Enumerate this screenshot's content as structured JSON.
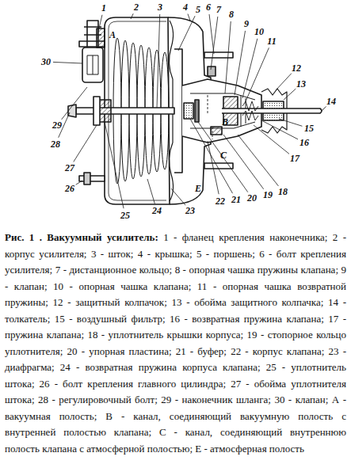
{
  "diagram": {
    "title": "Рис. 1 . Вакуумный усилитель:",
    "caption": "1 - фланец крепления наконечника; 2 - корпус усилителя; 3 - шток; 4 - крышка; 5 - поршень; 6 - болт крепления усилителя; 7 - дистанционное кольцо; 8 - опорная чашка пружины клапана; 9 - клапан; 10 - опорная чашка клапана; 11 - опорная чашка возвратной пружины; 12 - защитный колпачок; 13 - обойма защитного колпачка; 14 - толкатель; 15 - воздушный фильтр; 16 - возвратная пружина клапана; 17 - пружина клапана; 18 - уплотнитель крышки корпуса; 19 - стопорное кольцо уплотнителя; 20 - упорная пластина; 21 - буфер; 22 - корпус клапана; 23 - диафрагма; 24 - возвратная пружина корпуса клапана; 25 - уплотнитель штока; 26 - болт крепления главного цилиндра; 27 - обойма уплотнителя штока; 28 - регулировочный болт; 29 - наконечник шланга; 30 - клапан; А - вакуумная полость; В - канал, соединяющий вакуумную полость с внутренней полостью клапана; С - канал, соединяющий внутреннюю полость клапана с атмосферной полостью; Е - атмосферная полость",
    "labels": [
      "1",
      "2",
      "3",
      "4",
      "5",
      "6",
      "7",
      "8",
      "9",
      "10",
      "11",
      "12",
      "13",
      "14",
      "15",
      "16",
      "17",
      "18",
      "19",
      "20",
      "21",
      "22",
      "23",
      "24",
      "25",
      "26",
      "27",
      "28",
      "29",
      "30",
      "А",
      "В",
      "С",
      "Е"
    ]
  }
}
